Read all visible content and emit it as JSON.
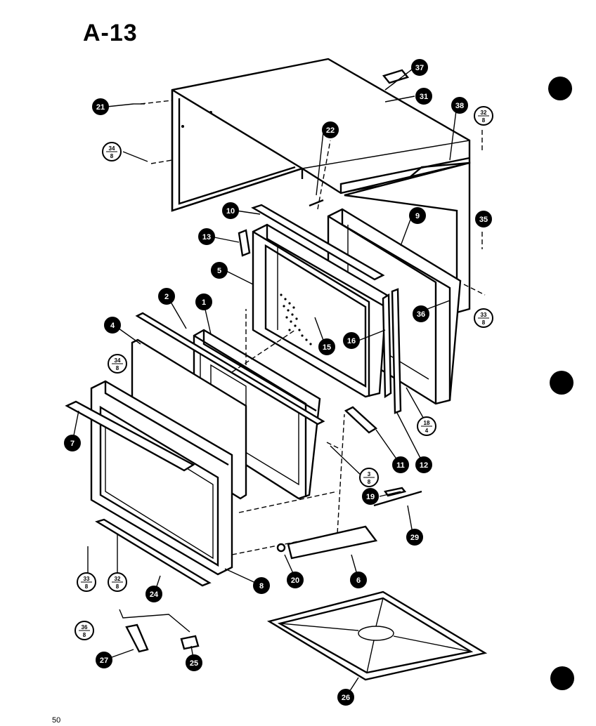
{
  "page": {
    "title": "A-13",
    "page_number": "50"
  },
  "callouts": [
    {
      "id": "c37",
      "label": "37"
    },
    {
      "id": "c31",
      "label": "31"
    },
    {
      "id": "c38",
      "label": "38"
    },
    {
      "id": "c21",
      "label": "21"
    },
    {
      "id": "c3208",
      "top": "32",
      "bottom": "8"
    },
    {
      "id": "c3408",
      "top": "34",
      "bottom": "8"
    },
    {
      "id": "c22",
      "label": "22"
    },
    {
      "id": "c10",
      "label": "10"
    },
    {
      "id": "c9",
      "label": "9"
    },
    {
      "id": "c35",
      "label": "35"
    },
    {
      "id": "c13",
      "label": "13"
    },
    {
      "id": "c5",
      "label": "5"
    },
    {
      "id": "c36",
      "label": "36"
    },
    {
      "id": "c3308",
      "top": "33",
      "bottom": "8"
    },
    {
      "id": "c2",
      "label": "2"
    },
    {
      "id": "c1",
      "label": "1"
    },
    {
      "id": "c15",
      "label": "15"
    },
    {
      "id": "c16",
      "label": "16"
    },
    {
      "id": "c4",
      "label": "4"
    },
    {
      "id": "c3408b",
      "top": "34",
      "bottom": "8"
    },
    {
      "id": "c1804",
      "top": "18",
      "bottom": "4"
    },
    {
      "id": "c7",
      "label": "7"
    },
    {
      "id": "c11",
      "label": "11"
    },
    {
      "id": "c12",
      "label": "12"
    },
    {
      "id": "c0308",
      "top": "3",
      "bottom": "8"
    },
    {
      "id": "c19",
      "label": "19"
    },
    {
      "id": "c29",
      "label": "29"
    },
    {
      "id": "c3308b",
      "top": "33",
      "bottom": "8"
    },
    {
      "id": "c3208b",
      "top": "32",
      "bottom": "8"
    },
    {
      "id": "c24",
      "label": "24"
    },
    {
      "id": "c8",
      "label": "8"
    },
    {
      "id": "c20",
      "label": "20"
    },
    {
      "id": "c6",
      "label": "6"
    },
    {
      "id": "c3608",
      "top": "36",
      "bottom": "8"
    },
    {
      "id": "c27",
      "label": "27"
    },
    {
      "id": "c25",
      "label": "25"
    },
    {
      "id": "c26",
      "label": "26"
    }
  ]
}
